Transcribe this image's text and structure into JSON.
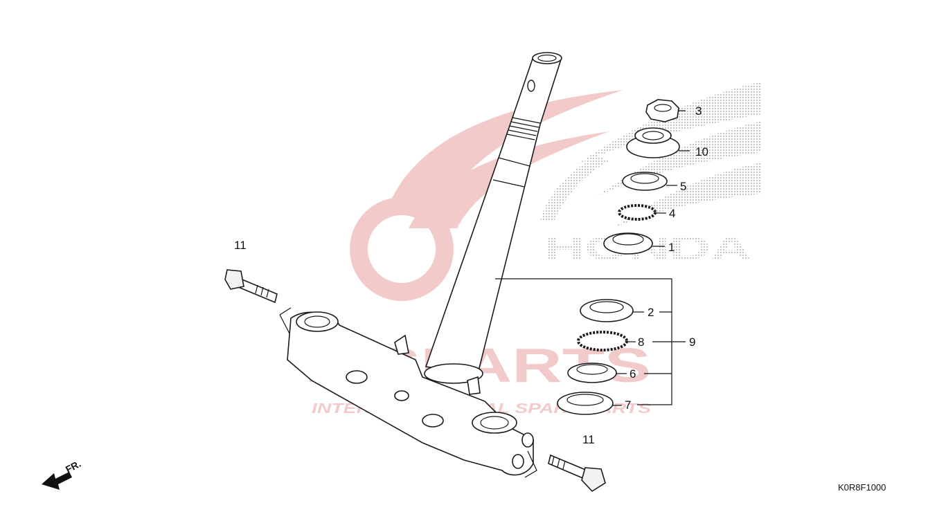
{
  "diagram": {
    "callouts": {
      "c1": "1",
      "c2": "2",
      "c3": "3",
      "c4": "4",
      "c5": "5",
      "c6": "6",
      "c7": "7",
      "c8": "8",
      "c9": "9",
      "c10": "10",
      "c11_top": "11",
      "c11_bottom": "11"
    },
    "direction_label": "FR.",
    "diagram_code": "K0R8F1000"
  },
  "watermark": {
    "brand_word": "HONDA",
    "parts_word": "ICSPARTS",
    "tagline": "INTERCONTINENTAL SPARE PARTS",
    "color": "#e8a0a0"
  }
}
